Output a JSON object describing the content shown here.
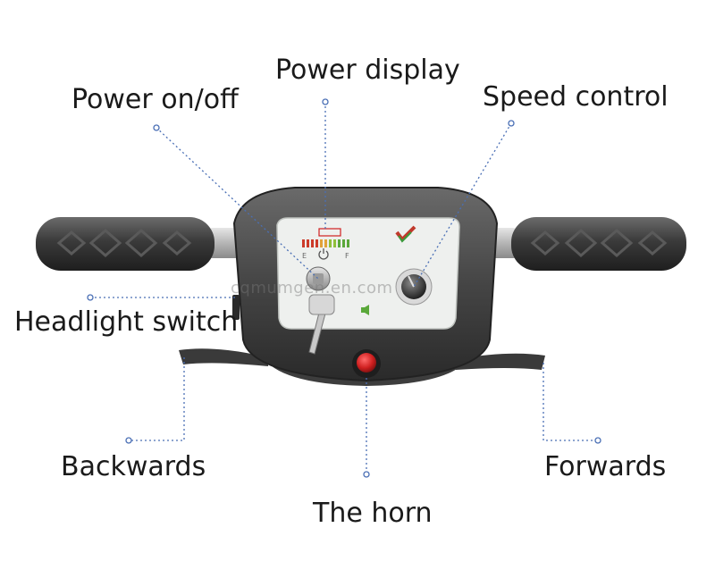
{
  "labels": {
    "power_display": "Power display",
    "power_onoff": "Power on/off",
    "speed_control": "Speed control",
    "headlight_switch": "Headlight switch",
    "backwards": "Backwards",
    "forwards": "Forwards",
    "horn": "The horn"
  },
  "gauge": {
    "empty_letter": "E",
    "full_letter": "F"
  },
  "watermark": "cqmumgen.en.com",
  "colors": {
    "leader_line": "#4a6fb5",
    "grip": "#3c3c3c",
    "housing": "#4a4a4a",
    "horn_button": "#d42a2a",
    "panel": "#eef0ee"
  }
}
